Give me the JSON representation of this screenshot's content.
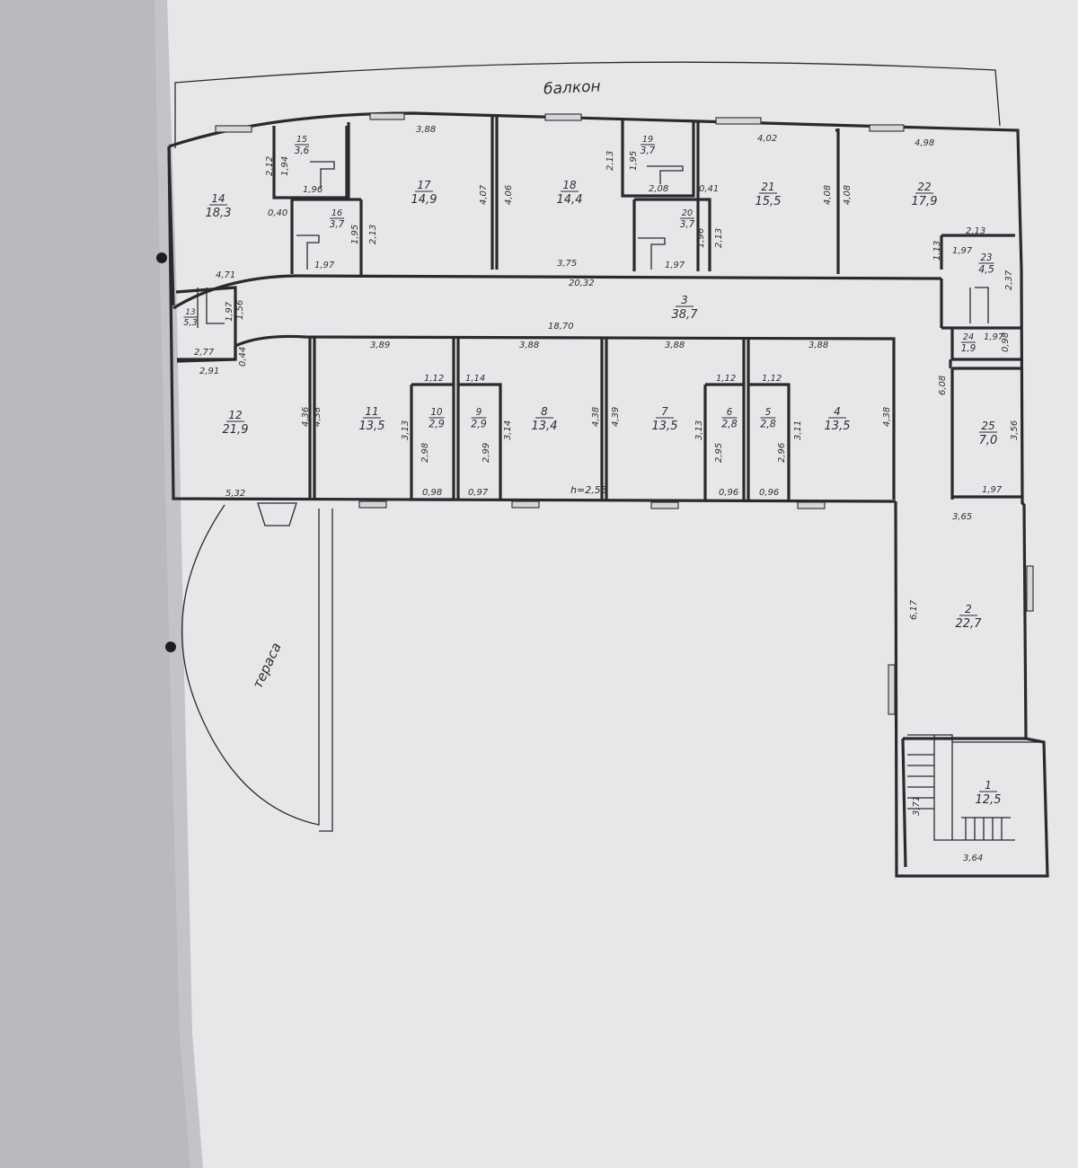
{
  "plan": {
    "balcony_label": "балкон",
    "terrace_label": "тераса",
    "height_note": "h=2,55"
  },
  "rooms": [
    {
      "id": "1",
      "area": "12,5"
    },
    {
      "id": "2",
      "area": "22,7"
    },
    {
      "id": "3",
      "area": "38,7"
    },
    {
      "id": "4",
      "area": "13,5"
    },
    {
      "id": "5",
      "area": "2,8"
    },
    {
      "id": "6",
      "area": "2,8"
    },
    {
      "id": "7",
      "area": "13,5"
    },
    {
      "id": "8",
      "area": "13,4"
    },
    {
      "id": "9",
      "area": "2,9"
    },
    {
      "id": "10",
      "area": "2,9"
    },
    {
      "id": "11",
      "area": "13,5"
    },
    {
      "id": "12",
      "area": "21,9"
    },
    {
      "id": "13",
      "area": "5,3"
    },
    {
      "id": "14",
      "area": "18,3"
    },
    {
      "id": "15",
      "area": "3,6"
    },
    {
      "id": "16",
      "area": "3,7"
    },
    {
      "id": "17",
      "area": "14,9"
    },
    {
      "id": "18",
      "area": "14,4"
    },
    {
      "id": "19",
      "area": "3,7"
    },
    {
      "id": "20",
      "area": "3,7"
    },
    {
      "id": "21",
      "area": "15,5"
    },
    {
      "id": "22",
      "area": "17,9"
    },
    {
      "id": "23",
      "area": "4,5"
    },
    {
      "id": "24",
      "area": "1,9"
    },
    {
      "id": "25",
      "area": "7,0"
    }
  ],
  "dimensions": [
    "3,88",
    "4,02",
    "4,98",
    "2,12",
    "1,94",
    "1,96",
    "0,40",
    "1,95",
    "2,13",
    "1,97",
    "4,71",
    "4,07",
    "4,06",
    "3,75",
    "2,13",
    "1,95",
    "2,08",
    "0,41",
    "1,96",
    "2,13",
    "1,97",
    "4,08",
    "4,08",
    "2,13",
    "1,97",
    "1,13",
    "2,37",
    "20,32",
    "1,56",
    "1,97",
    "2,77",
    "2,91",
    "0,44",
    "18,70",
    "3,89",
    "3,88",
    "3,88",
    "3,88",
    "1,12",
    "1,14",
    "1,12",
    "1,12",
    "1,97",
    "0,98",
    "6,08",
    "4,36",
    "4,38",
    "3,13",
    "2,98",
    "2,99",
    "3,14",
    "4,38",
    "4,39",
    "3,13",
    "2,95",
    "2,96",
    "3,11",
    "4,38",
    "3,56",
    "5,32",
    "0,98",
    "0,97",
    "0,96",
    "0,96",
    "1,97",
    "3,65",
    "6,17",
    "3,71",
    "3,64"
  ]
}
